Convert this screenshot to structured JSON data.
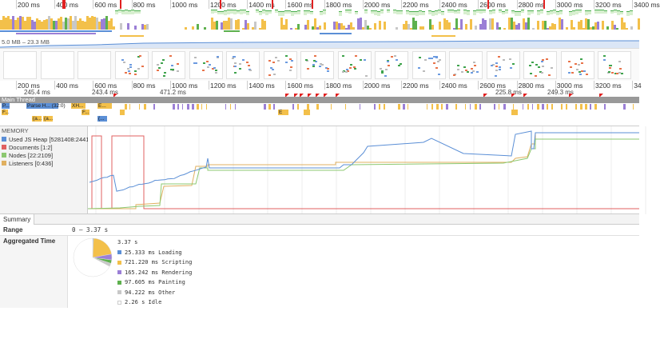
{
  "overview": {
    "ruler_ticks": [
      "200 ms",
      "400 ms",
      "600 ms",
      "800 ms",
      "1000 ms",
      "1200 ms",
      "1400 ms",
      "1600 ms",
      "1800 ms",
      "2000 ms",
      "2200 ms",
      "2400 ms",
      "2600 ms",
      "2800 ms",
      "3000 ms",
      "3200 ms",
      "3400 ms"
    ],
    "heap_range": "5.0 MB – 23.3 MB",
    "colors": {
      "fps": "#4caf50",
      "loading": "#5b8fd6",
      "scripting": "#f3c04a",
      "rendering": "#9b7fd6",
      "painting": "#5eb14e",
      "other": "#c8c8c8",
      "marker": "#e02020"
    }
  },
  "detail": {
    "ruler_ticks": [
      "200 ms",
      "400 ms",
      "600 ms",
      "800 ms",
      "1000 ms",
      "1200 ms",
      "1400 ms",
      "1600 ms",
      "1800 ms",
      "2000 ms",
      "2200 ms",
      "2400 ms",
      "2600 ms",
      "2800 ms",
      "3000 ms",
      "3200 ms",
      "34"
    ],
    "frame_labels": [
      "245.4 ms",
      "243.4 ms",
      "471.2 ms",
      "225.8 ms",
      "249.3 ms"
    ],
    "main_thread_label": "Main Thread",
    "flames": [
      {
        "label": "P..."
      },
      {
        "label": "Parse H... (32:0)"
      },
      {
        "label": "XH..."
      },
      {
        "label": "E..."
      },
      {
        "label": "F..."
      },
      {
        "label": "E..."
      },
      {
        "label": "F..."
      },
      {
        "label": "(a..."
      },
      {
        "label": "(a..."
      },
      {
        "label": "(..."
      }
    ]
  },
  "memory": {
    "title": "MEMORY",
    "legend": [
      {
        "label": "Used JS Heap [5281408:24410664]",
        "color": "#5b8fd6"
      },
      {
        "label": "Documents [1:2]",
        "color": "#e06060"
      },
      {
        "label": "Nodes [22:2109]",
        "color": "#8cc870"
      },
      {
        "label": "Listeners [0:436]",
        "color": "#e0b060"
      }
    ]
  },
  "summary": {
    "tab_label": "Summary",
    "range_label": "Range",
    "range_value": "0 – 3.37 s",
    "aggregated_label": "Aggregated Time",
    "total": "3.37 s",
    "items": [
      {
        "label": "25.333 ms Loading",
        "color": "#5b8fd6",
        "value_ms": 25.333
      },
      {
        "label": "721.220 ms Scripting",
        "color": "#f3c04a",
        "value_ms": 721.22
      },
      {
        "label": "165.242 ms Rendering",
        "color": "#9b7fd6",
        "value_ms": 165.242
      },
      {
        "label": "97.605 ms Painting",
        "color": "#5eb14e",
        "value_ms": 97.605
      },
      {
        "label": "94.222 ms Other",
        "color": "#c8c8c8",
        "value_ms": 94.222
      },
      {
        "label": "2.26 s Idle",
        "color": "#ffffff",
        "value_ms": 2260
      }
    ]
  }
}
